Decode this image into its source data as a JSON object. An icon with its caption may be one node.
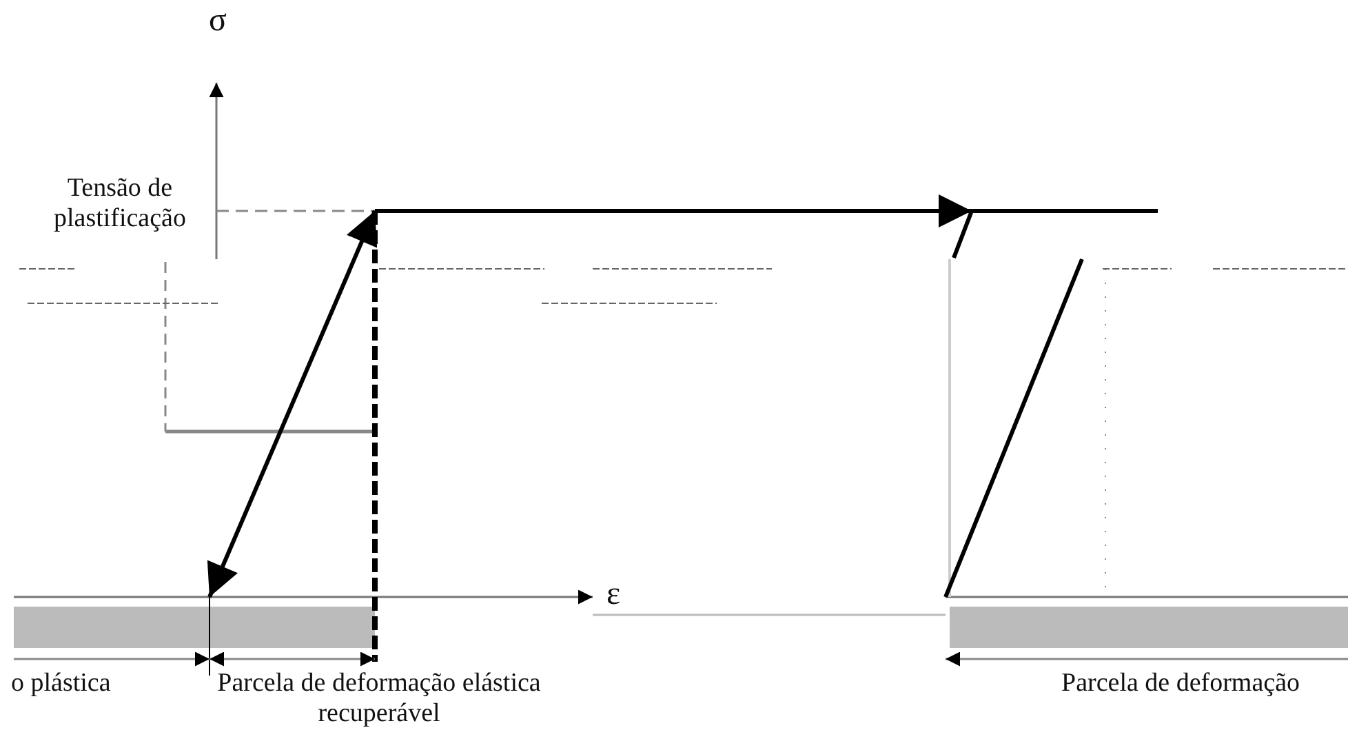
{
  "diagram": {
    "labels": [
      "σ",
      "Tensão de plastificação",
      "ε",
      "o plástica",
      "Parcela de deformação elástica recuperável",
      "Parcela de deformação"
    ]
  }
}
